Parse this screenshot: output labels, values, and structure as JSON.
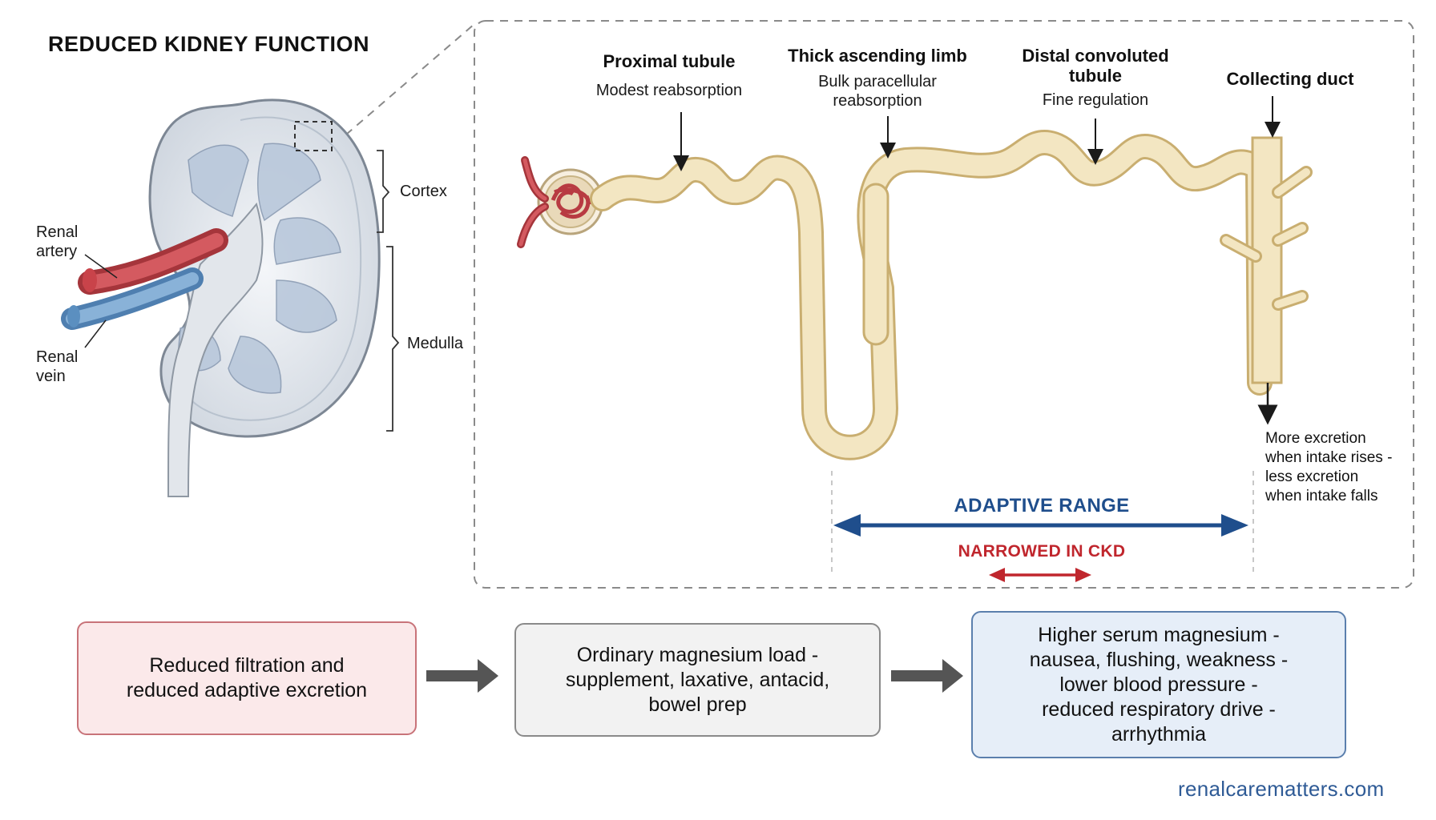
{
  "title": "REDUCED KIDNEY FUNCTION",
  "kidney_labels": {
    "renal_artery": [
      "Renal",
      "artery"
    ],
    "renal_vein": [
      "Renal",
      "vein"
    ],
    "cortex": "Cortex",
    "medulla": "Medulla"
  },
  "nephron_segments": [
    {
      "name": [
        "Proximal tubule"
      ],
      "note": [
        "Modest reabsorption"
      ]
    },
    {
      "name": [
        "Thick ascending limb"
      ],
      "note": [
        "Bulk paracellular",
        "reabsorption"
      ]
    },
    {
      "name": [
        "Distal convoluted",
        "tubule"
      ],
      "note": [
        "Fine regulation"
      ]
    },
    {
      "name": [
        "Collecting duct"
      ],
      "note": []
    }
  ],
  "excretion_note": [
    "More excretion",
    "when intake rises -",
    "less excretion",
    "when intake falls"
  ],
  "adaptive_range_label": "ADAPTIVE RANGE",
  "narrowed_label": "NARROWED IN CKD",
  "flow_boxes": [
    {
      "lines": [
        "Reduced filtration and",
        "reduced adaptive excretion"
      ]
    },
    {
      "lines": [
        "Ordinary magnesium load -",
        "supplement, laxative, antacid,",
        "bowel prep"
      ]
    },
    {
      "lines": [
        "Higher serum magnesium -",
        "nausea, flushing, weakness -",
        "lower blood pressure -",
        "reduced respiratory drive -",
        "arrhythmia"
      ]
    }
  ],
  "footer": "renalcarematters.com",
  "colors": {
    "adaptive_blue": "#1f4e8c",
    "ckd_red": "#c0262d",
    "tubule": "#f1e2b8",
    "artery": "#c9434a",
    "vein": "#5b8fc0"
  }
}
